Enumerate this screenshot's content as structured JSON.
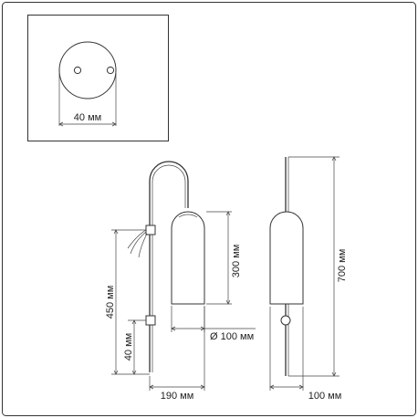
{
  "dimensions": {
    "mount_diameter": "40 мм",
    "total_height": "450 мм",
    "bracket_height": "40 мм",
    "shade_height": "300 мм",
    "shade_diameter": "Ø 100 мм",
    "depth": "190 мм",
    "overall_height": "700 мм",
    "side_width": "100 мм"
  }
}
